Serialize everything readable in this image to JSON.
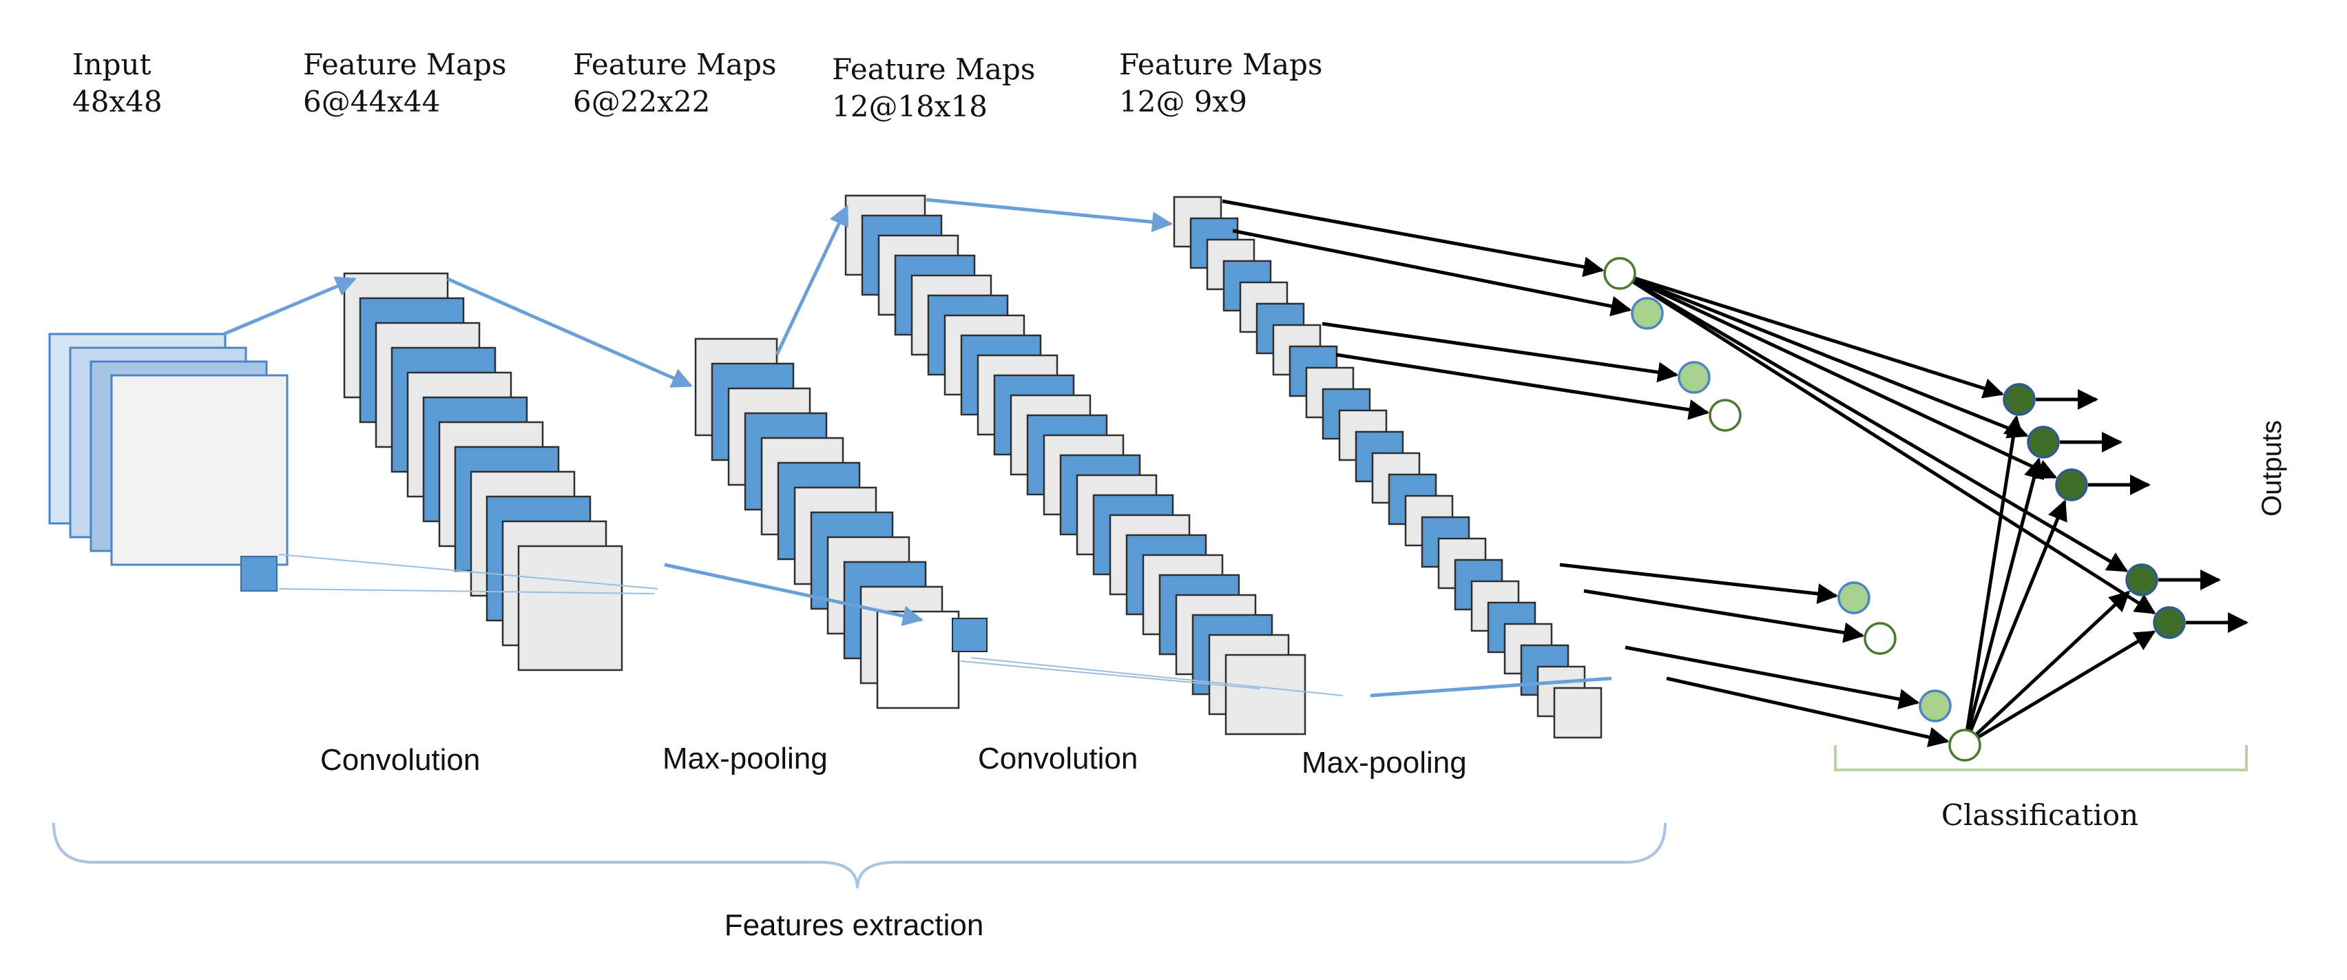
{
  "headers": [
    {
      "line1": "Input",
      "line2": "48x48"
    },
    {
      "line1": "Feature Maps",
      "line2": "6@44x44"
    },
    {
      "line1": "Feature Maps",
      "line2": "6@22x22"
    },
    {
      "line1": "Feature Maps",
      "line2": "12@18x18"
    },
    {
      "line1": "Feature Maps",
      "line2": "12@ 9x9"
    }
  ],
  "stages": [
    "Convolution",
    "Max-pooling",
    "Convolution",
    "Max-pooling"
  ],
  "group_labels": {
    "features": "Features extraction",
    "classification": "Classification",
    "outputs": "Outputs"
  },
  "colors": {
    "map_blue": "#5b9bd5",
    "map_grey": "#e9e9e9",
    "map_light": "#d6e4f3",
    "arrow_blue": "#6a9fd8",
    "bracket": "#a8c4e0",
    "node_light_green": "#a9d18e",
    "node_dark_green": "#3f6e2a",
    "node_white": "#ffffff",
    "arrow_black": "#000000"
  }
}
